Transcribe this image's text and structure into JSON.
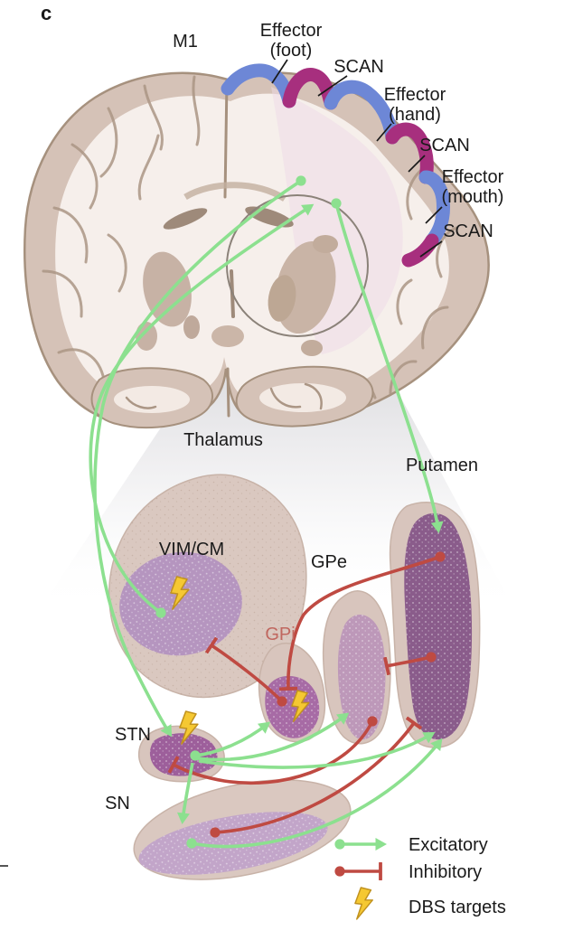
{
  "panel_label": "c",
  "cortex": {
    "m1_label": "M1",
    "regions": [
      {
        "line1": "Effector",
        "line2": "(foot)",
        "type": "effector",
        "color": "#6d87d6"
      },
      {
        "line1": "SCAN",
        "line2": "",
        "type": "scan",
        "color": "#a72f7e"
      },
      {
        "line1": "Effector",
        "line2": "(hand)",
        "type": "effector",
        "color": "#6d87d6"
      },
      {
        "line1": "SCAN",
        "line2": "",
        "type": "scan",
        "color": "#a72f7e"
      },
      {
        "line1": "Effector",
        "line2": "(mouth)",
        "type": "effector",
        "color": "#6d87d6"
      },
      {
        "line1": "SCAN",
        "line2": "",
        "type": "scan",
        "color": "#a72f7e"
      }
    ]
  },
  "subcortical": {
    "thalamus": "Thalamus",
    "putamen": "Putamen",
    "vim_cm": "VIM/CM",
    "gpe": "GPe",
    "gpi": "GPi",
    "stn": "STN",
    "sn": "SN"
  },
  "legend": {
    "excitatory": "Excitatory",
    "inhibitory": "Inhibitory",
    "dbs": "DBS targets"
  },
  "colors": {
    "excitatory_green": "#8ce08f",
    "inhibitory_red": "#bf4a42",
    "effector_blue": "#6d87d6",
    "scan_magenta": "#a72f7e",
    "dbs_bolt_yellow": "#f5c832",
    "gpi_label_salmon": "#c0675f",
    "cortex_beige": "#d5c2b7",
    "structure_purple": "#8a5c8b"
  },
  "dbs_targets": [
    "VIM/CM",
    "GPi",
    "STN"
  ],
  "connections": [
    {
      "from": "VIM/CM",
      "to": "cortex",
      "type": "excitatory"
    },
    {
      "from": "cortex",
      "to": "STN",
      "type": "excitatory"
    },
    {
      "from": "cortex",
      "to": "Putamen",
      "type": "excitatory"
    },
    {
      "from": "STN",
      "to": "GPi",
      "type": "excitatory"
    },
    {
      "from": "STN",
      "to": "GPe",
      "type": "excitatory"
    },
    {
      "from": "STN",
      "to": "Putamen",
      "type": "excitatory"
    },
    {
      "from": "STN",
      "to": "SN",
      "type": "excitatory"
    },
    {
      "from": "SN",
      "to": "Putamen",
      "type": "excitatory"
    },
    {
      "from": "GPi",
      "to": "VIM/CM",
      "type": "inhibitory"
    },
    {
      "from": "Putamen",
      "to": "GPi",
      "type": "inhibitory"
    },
    {
      "from": "Putamen",
      "to": "GPe",
      "type": "inhibitory"
    },
    {
      "from": "GPe",
      "to": "STN",
      "type": "inhibitory"
    },
    {
      "from": "SN",
      "to": "Putamen",
      "type": "inhibitory"
    }
  ]
}
